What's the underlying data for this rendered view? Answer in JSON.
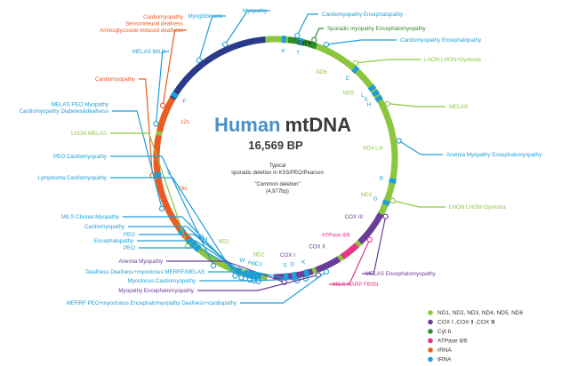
{
  "title_part1": "Human",
  "title_part2": "mtDNA",
  "subtitle": "16,569 BP",
  "deletion_note": {
    "line1": "Typical",
    "line2": "sporadic deletion in KSS/PEO/Pearson",
    "line3": "\"Common deletion\"",
    "line4": "(4,977bp)"
  },
  "colors": {
    "nd": "#8cc63f",
    "cox": "#6a3d9a",
    "cytb": "#2e8b2e",
    "atpase": "#e8338a",
    "rrna": "#ee5a24",
    "trna": "#1e9fd6",
    "text_blue": "#1e9fd6",
    "text_dark": "#333333"
  },
  "genes": [
    {
      "label": "12s",
      "color": "rrna"
    },
    {
      "label": "16s",
      "color": "rrna"
    },
    {
      "label": "ND1",
      "color": "nd"
    },
    {
      "label": "ND2",
      "color": "nd"
    },
    {
      "label": "COX I",
      "color": "cox"
    },
    {
      "label": "COX II",
      "color": "cox"
    },
    {
      "label": "ATPase 8/6",
      "color": "atpase"
    },
    {
      "label": "COX III",
      "color": "cox"
    },
    {
      "label": "ND3",
      "color": "nd"
    },
    {
      "label": "ND4 L/4",
      "color": "nd"
    },
    {
      "label": "ND5",
      "color": "nd"
    },
    {
      "label": "ND6",
      "color": "nd"
    },
    {
      "label": "Cyt b",
      "color": "cytb"
    }
  ],
  "trna_letters": [
    "F",
    "V",
    "L",
    "I",
    "Q",
    "M",
    "W",
    "A",
    "N",
    "C",
    "Y",
    "S",
    "D",
    "K",
    "G",
    "R",
    "H",
    "S",
    "L",
    "E",
    "T",
    "P"
  ],
  "callouts": [
    {
      "lines": [
        "Myoglobinuria"
      ],
      "color": "trna"
    },
    {
      "lines": [
        "Myopathy"
      ],
      "color": "trna"
    },
    {
      "lines": [
        "Cardiomyopathy",
        "Sensorineural deafness",
        "Aminoglycoside-induced deafness"
      ],
      "color": "rrna"
    },
    {
      "lines": [
        "MELAS MILS"
      ],
      "color": "trna"
    },
    {
      "lines": [
        "Cardiomyopathy"
      ],
      "color": "rrna"
    },
    {
      "lines": [
        "MELAS PEO Myopathy",
        "Cardiomyopathy Diabetes&deafness"
      ],
      "color": "trna"
    },
    {
      "lines": [
        "LHON MELAS"
      ],
      "color": "nd"
    },
    {
      "lines": [
        "PEO Cardiomyopathy"
      ],
      "color": "trna"
    },
    {
      "lines": [
        "Lymphoma Cardiomyopathy"
      ],
      "color": "trna"
    },
    {
      "lines": [
        "MILS Chorea Myopathy"
      ],
      "color": "trna"
    },
    {
      "lines": [
        "Cardiomyopathy"
      ],
      "color": "trna"
    },
    {
      "lines": [
        "PEO"
      ],
      "color": "trna"
    },
    {
      "lines": [
        "Encephalopathy"
      ],
      "color": "trna"
    },
    {
      "lines": [
        "PEO"
      ],
      "color": "trna"
    },
    {
      "lines": [
        "Anemia Myopathy"
      ],
      "color": "cox"
    },
    {
      "lines": [
        "Deafness Deafness+myoclonus MERRF/MELAS"
      ],
      "color": "trna"
    },
    {
      "lines": [
        "Myoclonus Cardiomyopathy"
      ],
      "color": "trna"
    },
    {
      "lines": [
        "Myopathy Encephalomyopathy"
      ],
      "color": "cox"
    },
    {
      "lines": [
        "MERRF PEO+myoclonus Encephalomyopathy Deafness+cardiopathy"
      ],
      "color": "trna"
    },
    {
      "lines": [
        "Cardiomyopathy Encephalopathy"
      ],
      "color": "trna"
    },
    {
      "lines": [
        "Sporadic myopathy Encephalomyopathy"
      ],
      "color": "cytb"
    },
    {
      "lines": [
        "Cardiomyopathy Encephalopathy"
      ],
      "color": "trna"
    },
    {
      "lines": [
        "LHON LHON+Dystonia"
      ],
      "color": "nd"
    },
    {
      "lines": [
        "MELAS"
      ],
      "color": "nd"
    },
    {
      "lines": [
        "Anemia Myopathy Encephalomyopathy"
      ],
      "color": "trna"
    },
    {
      "lines": [
        "LHON LHON+Dystonia"
      ],
      "color": "nd"
    },
    {
      "lines": [
        "MELAS Encephalomyopathy"
      ],
      "color": "cox"
    },
    {
      "lines": [
        "MILS NARP FBSN"
      ],
      "color": "atpase"
    }
  ],
  "legend": [
    {
      "color": "nd",
      "label": "ND1, ND2, ND3, ND4, ND5, ND6"
    },
    {
      "color": "cox",
      "label": "COX Ⅰ ,COX Ⅱ ,COX Ⅲ"
    },
    {
      "color": "cytb",
      "label": "Cyt b"
    },
    {
      "color": "atpase",
      "label": "ATPase 8/6"
    },
    {
      "color": "rrna",
      "label": "rRNA"
    },
    {
      "color": "trna",
      "label": "tRNA"
    }
  ]
}
